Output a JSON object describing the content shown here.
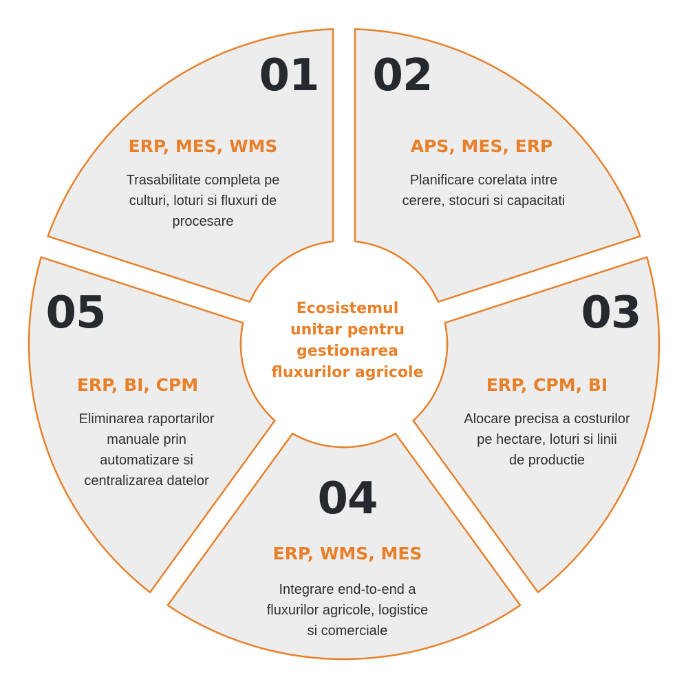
{
  "colors": {
    "accent": "#e8802a",
    "segment_fill": "#ededed",
    "number": "#26292d"
  },
  "center": {
    "lines": [
      "Ecosistemul",
      "unitar pentru",
      "gestionarea",
      "fluxurilor agricole"
    ]
  },
  "segments": [
    {
      "number": "01",
      "systems": "ERP, MES, WMS",
      "lines": [
        "Trasabilitate completa pe",
        "culturi, loturi si fluxuri de",
        "procesare"
      ]
    },
    {
      "number": "02",
      "systems": "APS, MES, ERP",
      "lines": [
        "Planificare corelata intre",
        "cerere, stocuri si capacitati"
      ]
    },
    {
      "number": "03",
      "systems": "ERP, CPM, BI",
      "lines": [
        "Alocare precisa a costurilor",
        "pe hectare, loturi si linii",
        "de productie"
      ]
    },
    {
      "number": "04",
      "systems": "ERP, WMS, MES",
      "lines": [
        "Integrare end-to-end a",
        "fluxurilor agricole, logistice",
        "si comerciale"
      ]
    },
    {
      "number": "05",
      "systems": "ERP, BI, CPM",
      "lines": [
        "Eliminarea raportarilor",
        "manuale prin",
        "automatizare si",
        "centralizarea datelor"
      ]
    }
  ]
}
